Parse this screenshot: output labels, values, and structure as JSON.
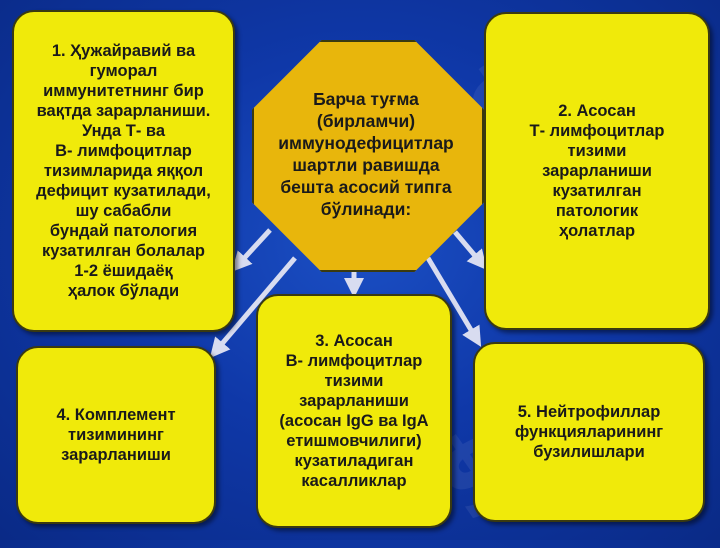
{
  "center": {
    "text": "Барча туғма\n(бирламчи)\nиммунодефицитлар\nшартли равишда\nбешта асосий типга\nбўлинади:"
  },
  "boxes": {
    "b1": "1. Ҳужайравий ва\nгуморал\nиммунитетнинг бир\nвақтда зарарланиши.\nУнда Т- ва\nВ- лимфоцитлар\nтизимларида яққол\nдефицит кузатилади,\nшу сабабли\nбундай патология\nкузатилган болалар\n1-2 ёшидаёқ\n ҳалок бўлади",
    "b2": "2. Асосан\nТ- лимфоцитлар\nтизими\nзарарланиши\nкузатилган\nпатологик\nҳолатлар",
    "b3": "3. Асосан\nВ- лимфоцитлар\nтизими\nзарарланиши\n(асосан IgG ва IgA\nетишмовчилиги)\nкузатиладиган\nкасалликлар",
    "b4": "4. Комплемент\nтизимининг\nзарарланиши",
    "b5": "5. Нейтрофиллар\nфункцияларининг\nбузилишлари"
  },
  "colors": {
    "box_fill": "#f0ea0a",
    "center_fill": "#e8b60c",
    "background": "#0f38a8",
    "arrow": "#d8dcf0"
  }
}
